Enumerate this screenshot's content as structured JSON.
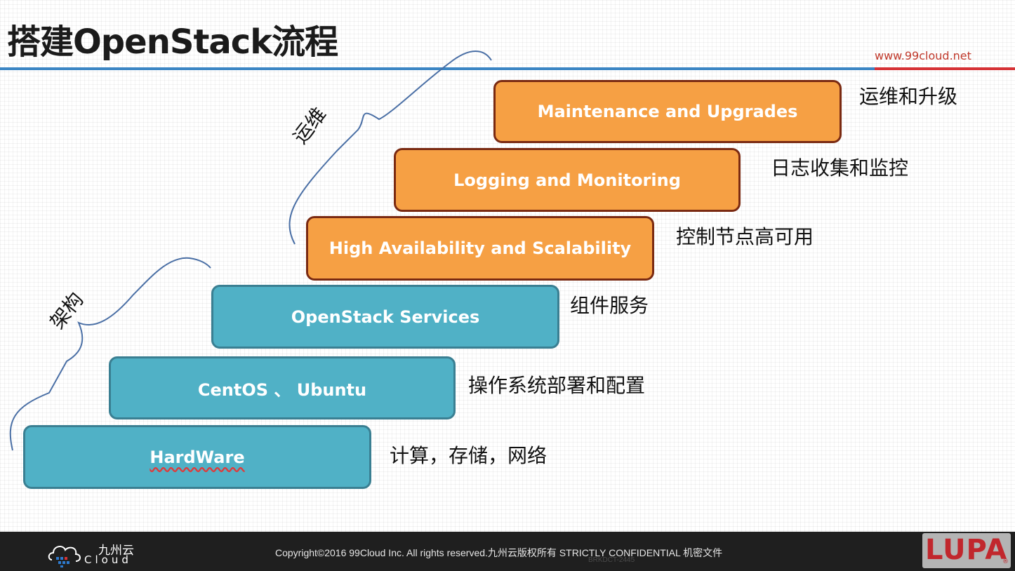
{
  "slide": {
    "title": "搭建OpenStack流程",
    "site_url": "www.99cloud.net"
  },
  "braces": {
    "ops_label": "运维",
    "arch_label": "架构"
  },
  "steps": [
    {
      "label": "Maintenance and Upgrades",
      "cn": "运维和升级",
      "color": "orange"
    },
    {
      "label": "Logging and Monitoring",
      "cn": "日志收集和监控",
      "color": "orange"
    },
    {
      "label": "High Availability and Scalability",
      "cn": "控制节点高可用",
      "color": "orange"
    },
    {
      "label": "OpenStack Services",
      "cn": "组件服务",
      "color": "teal"
    },
    {
      "label": "CentOS 、 Ubuntu",
      "cn": "操作系统部署和配置",
      "color": "teal"
    },
    {
      "label": "HardWare",
      "cn": "计算，存储，网络",
      "color": "teal"
    }
  ],
  "colors": {
    "orange_fill": "#f6a044",
    "orange_border": "#7a2a12",
    "teal_fill": "#50b1c6",
    "teal_border": "#3a7f92",
    "brace_line": "#4a6fa5",
    "rule_blue": "#3c86c4",
    "rule_red": "#d63236"
  },
  "footer": {
    "logo_cn": "九州云",
    "logo_en": "Cloud",
    "logo_icon": "cloud-grid-icon",
    "copyright": "Copyright©2016 99Cloud Inc. All rights reserved.九州云版权所有     STRICTLY CONFIDENTIAL 机密文件",
    "watermark_code": "BRKDCT-2445",
    "lupa_logo_text": "LUPA"
  }
}
